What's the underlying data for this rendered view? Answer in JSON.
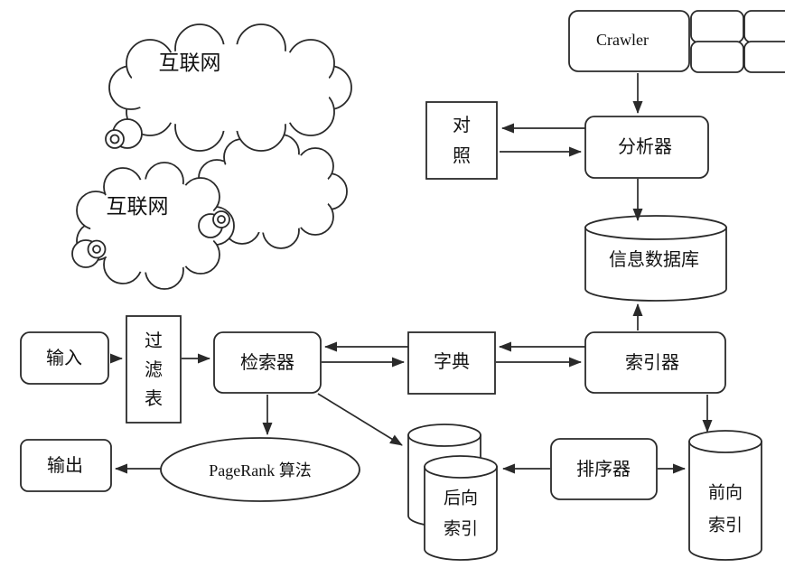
{
  "colors": {
    "line": "#2a2a2a",
    "text": "#111111",
    "background": "#ffffff"
  },
  "nodes": {
    "internet_cloud_top": {
      "label": "互联网"
    },
    "internet_cloud_bottom": {
      "label": "互联网"
    },
    "crawler": {
      "label": "Crawler"
    },
    "comparison": {
      "lines": [
        "对",
        "照"
      ]
    },
    "analyzer": {
      "label": "分析器"
    },
    "info_database": {
      "label": "信息数据库"
    },
    "input": {
      "label": "输入"
    },
    "filter_table": {
      "lines": [
        "过",
        "滤",
        "表"
      ]
    },
    "retriever": {
      "label": "检索器"
    },
    "dictionary": {
      "label": "字典"
    },
    "indexer": {
      "label": "索引器"
    },
    "output": {
      "label": "输出"
    },
    "pagerank": {
      "label": "PageRank 算法"
    },
    "backward_index": {
      "lines": [
        "后向",
        "索引"
      ]
    },
    "sorter": {
      "label": "排序器"
    },
    "forward_index": {
      "lines": [
        "前向",
        "索引"
      ]
    }
  },
  "edges": [
    {
      "from": "crawler",
      "to": "analyzer",
      "direction": "one-way"
    },
    {
      "from": "analyzer",
      "to": "comparison",
      "direction": "two-way"
    },
    {
      "from": "analyzer",
      "to": "info_database",
      "direction": "one-way"
    },
    {
      "from": "indexer",
      "to": "info_database",
      "direction": "one-way"
    },
    {
      "from": "input",
      "to": "filter_table",
      "direction": "one-way"
    },
    {
      "from": "filter_table",
      "to": "retriever",
      "direction": "one-way"
    },
    {
      "from": "retriever",
      "to": "dictionary",
      "direction": "two-way"
    },
    {
      "from": "dictionary",
      "to": "indexer",
      "direction": "two-way"
    },
    {
      "from": "retriever",
      "to": "pagerank",
      "direction": "one-way"
    },
    {
      "from": "retriever",
      "to": "backward_index",
      "direction": "one-way"
    },
    {
      "from": "pagerank",
      "to": "output",
      "direction": "one-way"
    },
    {
      "from": "sorter",
      "to": "backward_index",
      "direction": "one-way"
    },
    {
      "from": "sorter",
      "to": "forward_index",
      "direction": "one-way"
    },
    {
      "from": "indexer",
      "to": "forward_index",
      "direction": "one-way"
    }
  ]
}
